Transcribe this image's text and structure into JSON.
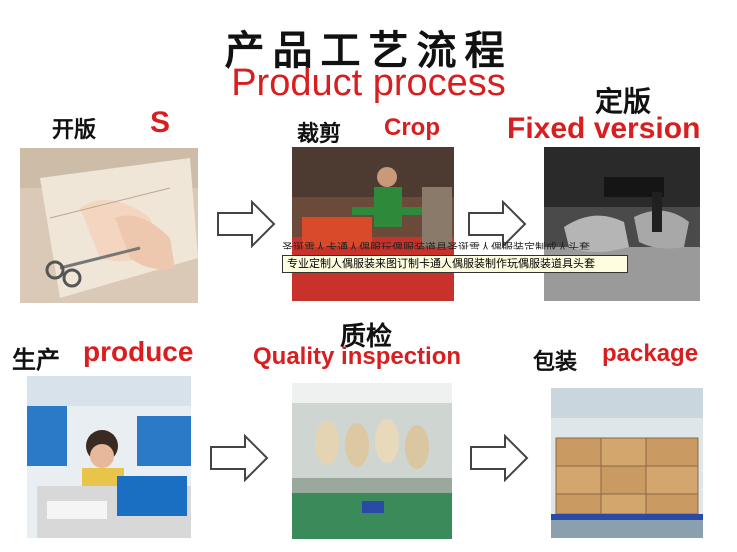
{
  "title": {
    "cn": "产品工艺流程",
    "en": "Product process"
  },
  "steps": [
    {
      "cn": "开版",
      "en": "S"
    },
    {
      "cn": "裁剪",
      "en": "Crop"
    },
    {
      "cn": "定版",
      "en": "Fixed version"
    },
    {
      "cn": "生产",
      "en": "produce"
    },
    {
      "cn": "质检",
      "en": "Quality inspection"
    },
    {
      "cn": "包装",
      "en": "package"
    }
  ],
  "tooltip": {
    "ghost": "圣诞雪人卡通人偶服玩偶服装道具圣诞雪人偶服装定制成人头套",
    "text": "专业定制人偶服装来图订制卡通人偶服装制作玩偶服装道具头套"
  },
  "colors": {
    "accent": "#d81e1e",
    "text": "#111111"
  }
}
